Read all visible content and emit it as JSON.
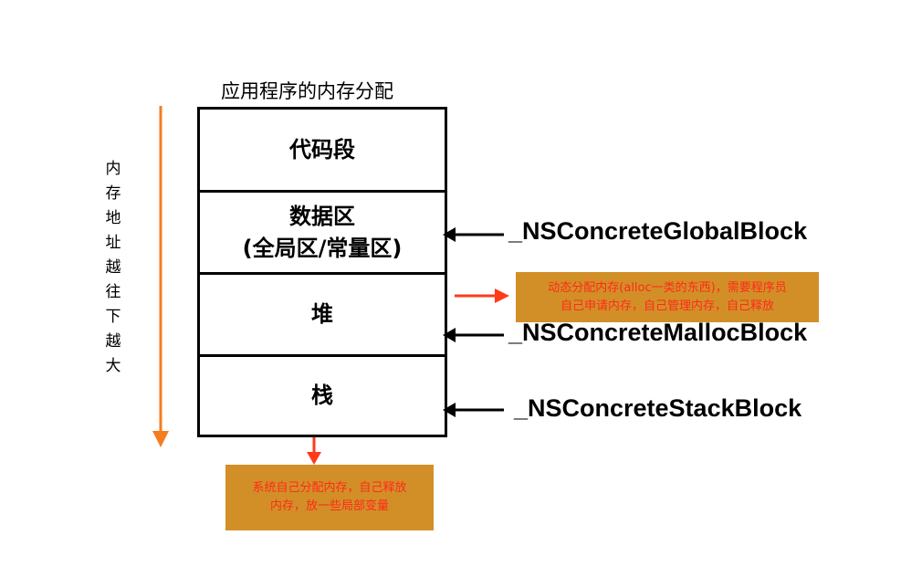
{
  "title": "应用程序的内存分配",
  "segments": [
    {
      "lines": [
        "代码段"
      ]
    },
    {
      "lines": [
        "数据区",
        "(全局区/常量区)"
      ]
    },
    {
      "lines": [
        "堆"
      ]
    },
    {
      "lines": [
        "栈"
      ]
    }
  ],
  "address_label": [
    "内",
    "存",
    "地",
    "址",
    "越",
    "往",
    "下",
    "越",
    "大"
  ],
  "blocks": {
    "global": "_NSConcreteGlobalBlock",
    "malloc": "_NSConcreteMallocBlock",
    "stack": "_NSConcreteStackBlock"
  },
  "notes": {
    "heap": [
      "动态分配内存(alloc一类的东西)，需要程序员",
      "自己申请内存，自己管理内存，自己释放"
    ],
    "stack": [
      "系统自己分配内存，自己释放",
      "内存，放一些局部变量"
    ]
  },
  "colors": {
    "accent": "#F57C1F",
    "note_bg": "#D38F27",
    "note_text": "#FF2A1A",
    "arrow_red": "#FF3B1A"
  }
}
